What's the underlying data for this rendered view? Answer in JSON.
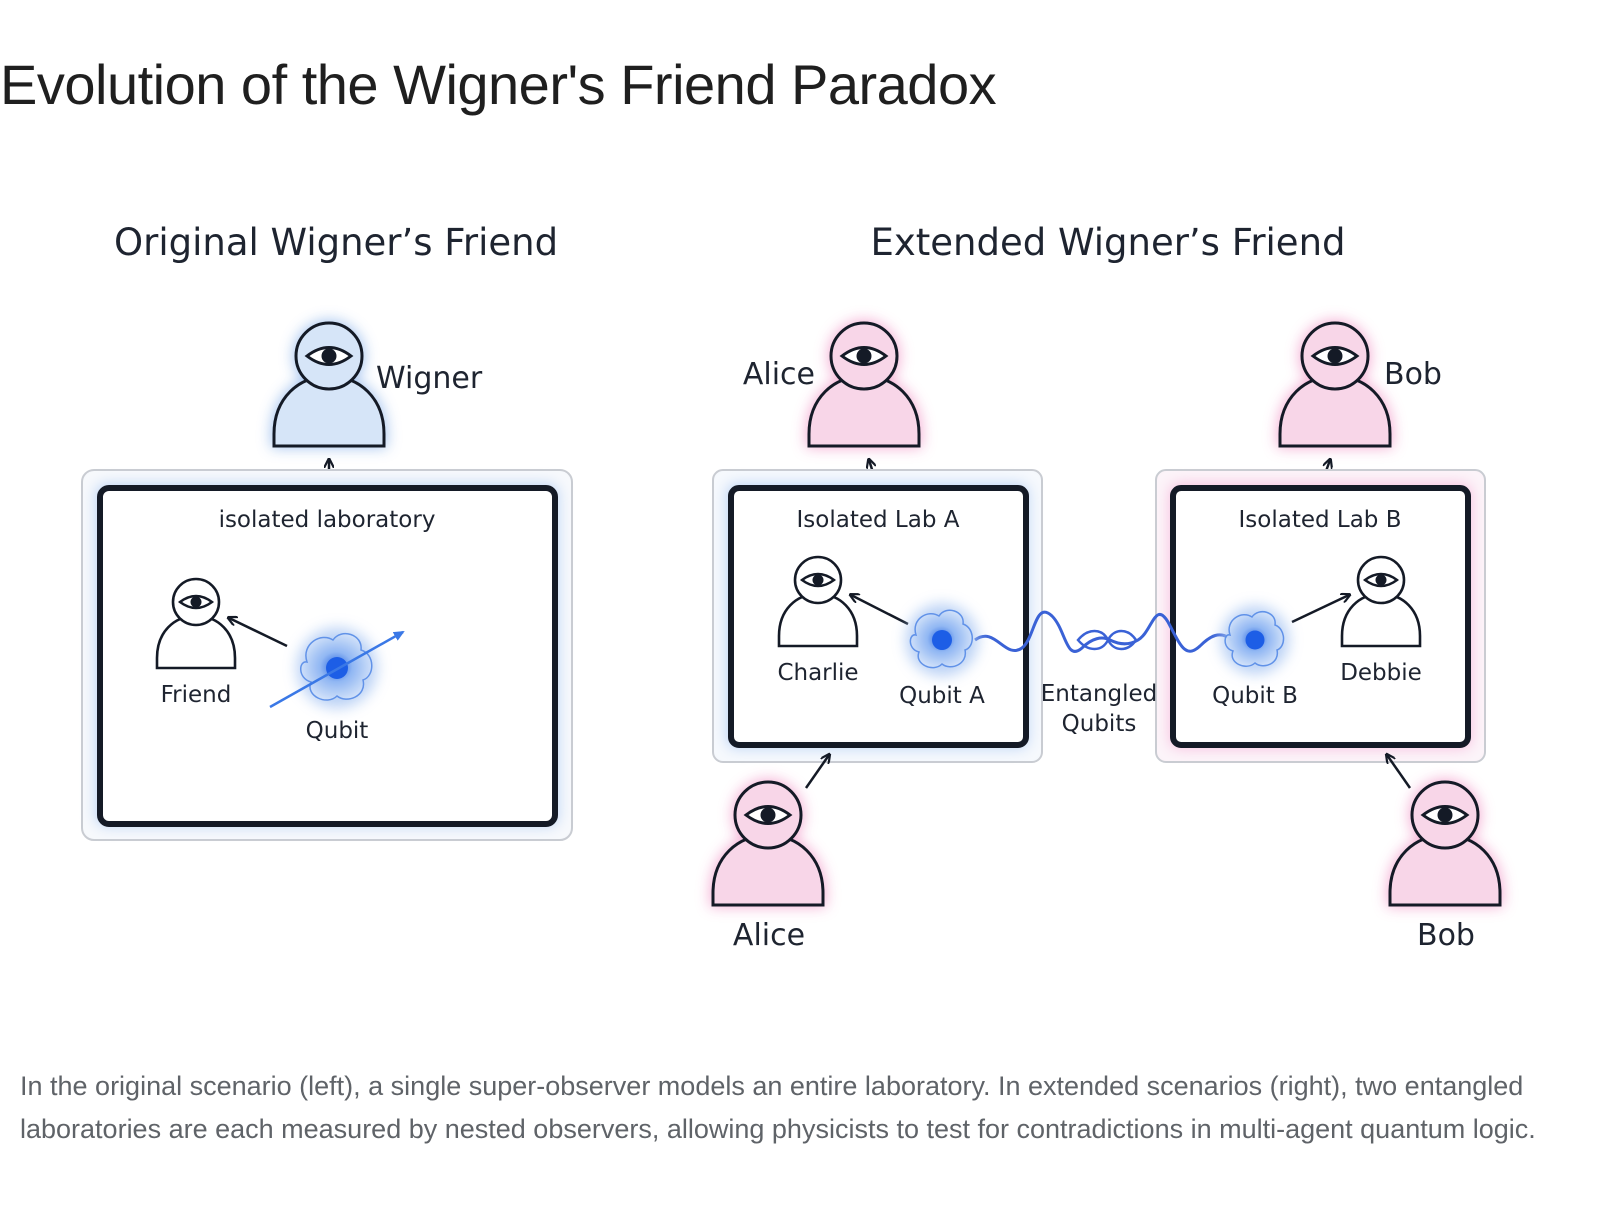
{
  "page": {
    "title": "Evolution of the Wigner's Friend Paradox",
    "caption": "In the original scenario (left), a single super-observer models an entire laboratory. In extended scenarios (right), two entangled laboratories are each measured by nested observers, allowing physicists to test for contradictions in multi-agent quantum logic."
  },
  "diagram": {
    "original": {
      "heading": "Original Wigner’s Friend",
      "observer": "Wigner",
      "lab": "isolated laboratory",
      "friend": "Friend",
      "qubit": "Qubit"
    },
    "extended": {
      "heading": "Extended Wigner’s Friend",
      "alice_top": "Alice",
      "bob_top": "Bob",
      "lab_a": "Isolated Lab A",
      "lab_b": "Isolated Lab B",
      "charlie": "Charlie",
      "debbie": "Debbie",
      "qubit_a": "Qubit A",
      "qubit_b": "Qubit B",
      "entangled_line1": "Entangled",
      "entangled_line2": "Qubits",
      "alice_bottom": "Alice",
      "bob_bottom": "Bob"
    },
    "colors": {
      "ink": "#141a26",
      "blue_glow": "#bcd3f5",
      "blue_fill": "#d6e5f8",
      "pink_glow": "#f7bede",
      "pink_fill": "#f8d6e8",
      "qubit_blue": "#3a78e6",
      "wave_blue": "#3a62d6",
      "frame_grey": "#c9ccd2"
    },
    "icons": [
      "eye-icon",
      "person-icon",
      "qubit-cloud-icon",
      "arrow-icon",
      "entanglement-wave-icon"
    ]
  }
}
